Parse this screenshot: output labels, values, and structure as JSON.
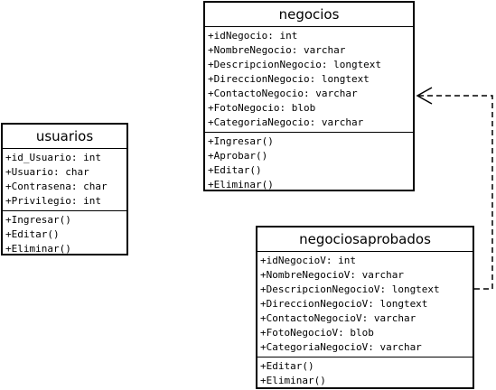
{
  "classes": {
    "negocios": {
      "name": "negocios",
      "attributes": [
        "+idNegocio: int",
        "+NombreNegocio: varchar",
        "+DescripcionNegocio: longtext",
        "+DireccionNegocio: longtext",
        "+ContactoNegocio: varchar",
        "+FotoNegocio: blob",
        "+CategoriaNegocio: varchar"
      ],
      "methods": [
        "+Ingresar()",
        "+Aprobar()",
        "+Editar()",
        "+Eliminar()"
      ]
    },
    "usuarios": {
      "name": "usuarios",
      "attributes": [
        "+id_Usuario: int",
        "+Usuario: char",
        "+Contrasena: char",
        "+Privilegio: int"
      ],
      "methods": [
        "+Ingresar()",
        "+Editar()",
        "+Eliminar()"
      ]
    },
    "negociosaprobados": {
      "name": "negociosaprobados",
      "attributes": [
        "+idNegocioV: int",
        "+NombreNegocioV: varchar",
        "+DescripcionNegocioV: longtext",
        "+DireccionNegocioV: longtext",
        "+ContactoNegocioV: varchar",
        "+FotoNegocioV: blob",
        "+CategoriaNegocioV: varchar"
      ],
      "methods": [
        "+Editar()",
        "+Eliminar()"
      ]
    }
  },
  "colors": {
    "line": "#000000",
    "background": "#ffffff"
  }
}
